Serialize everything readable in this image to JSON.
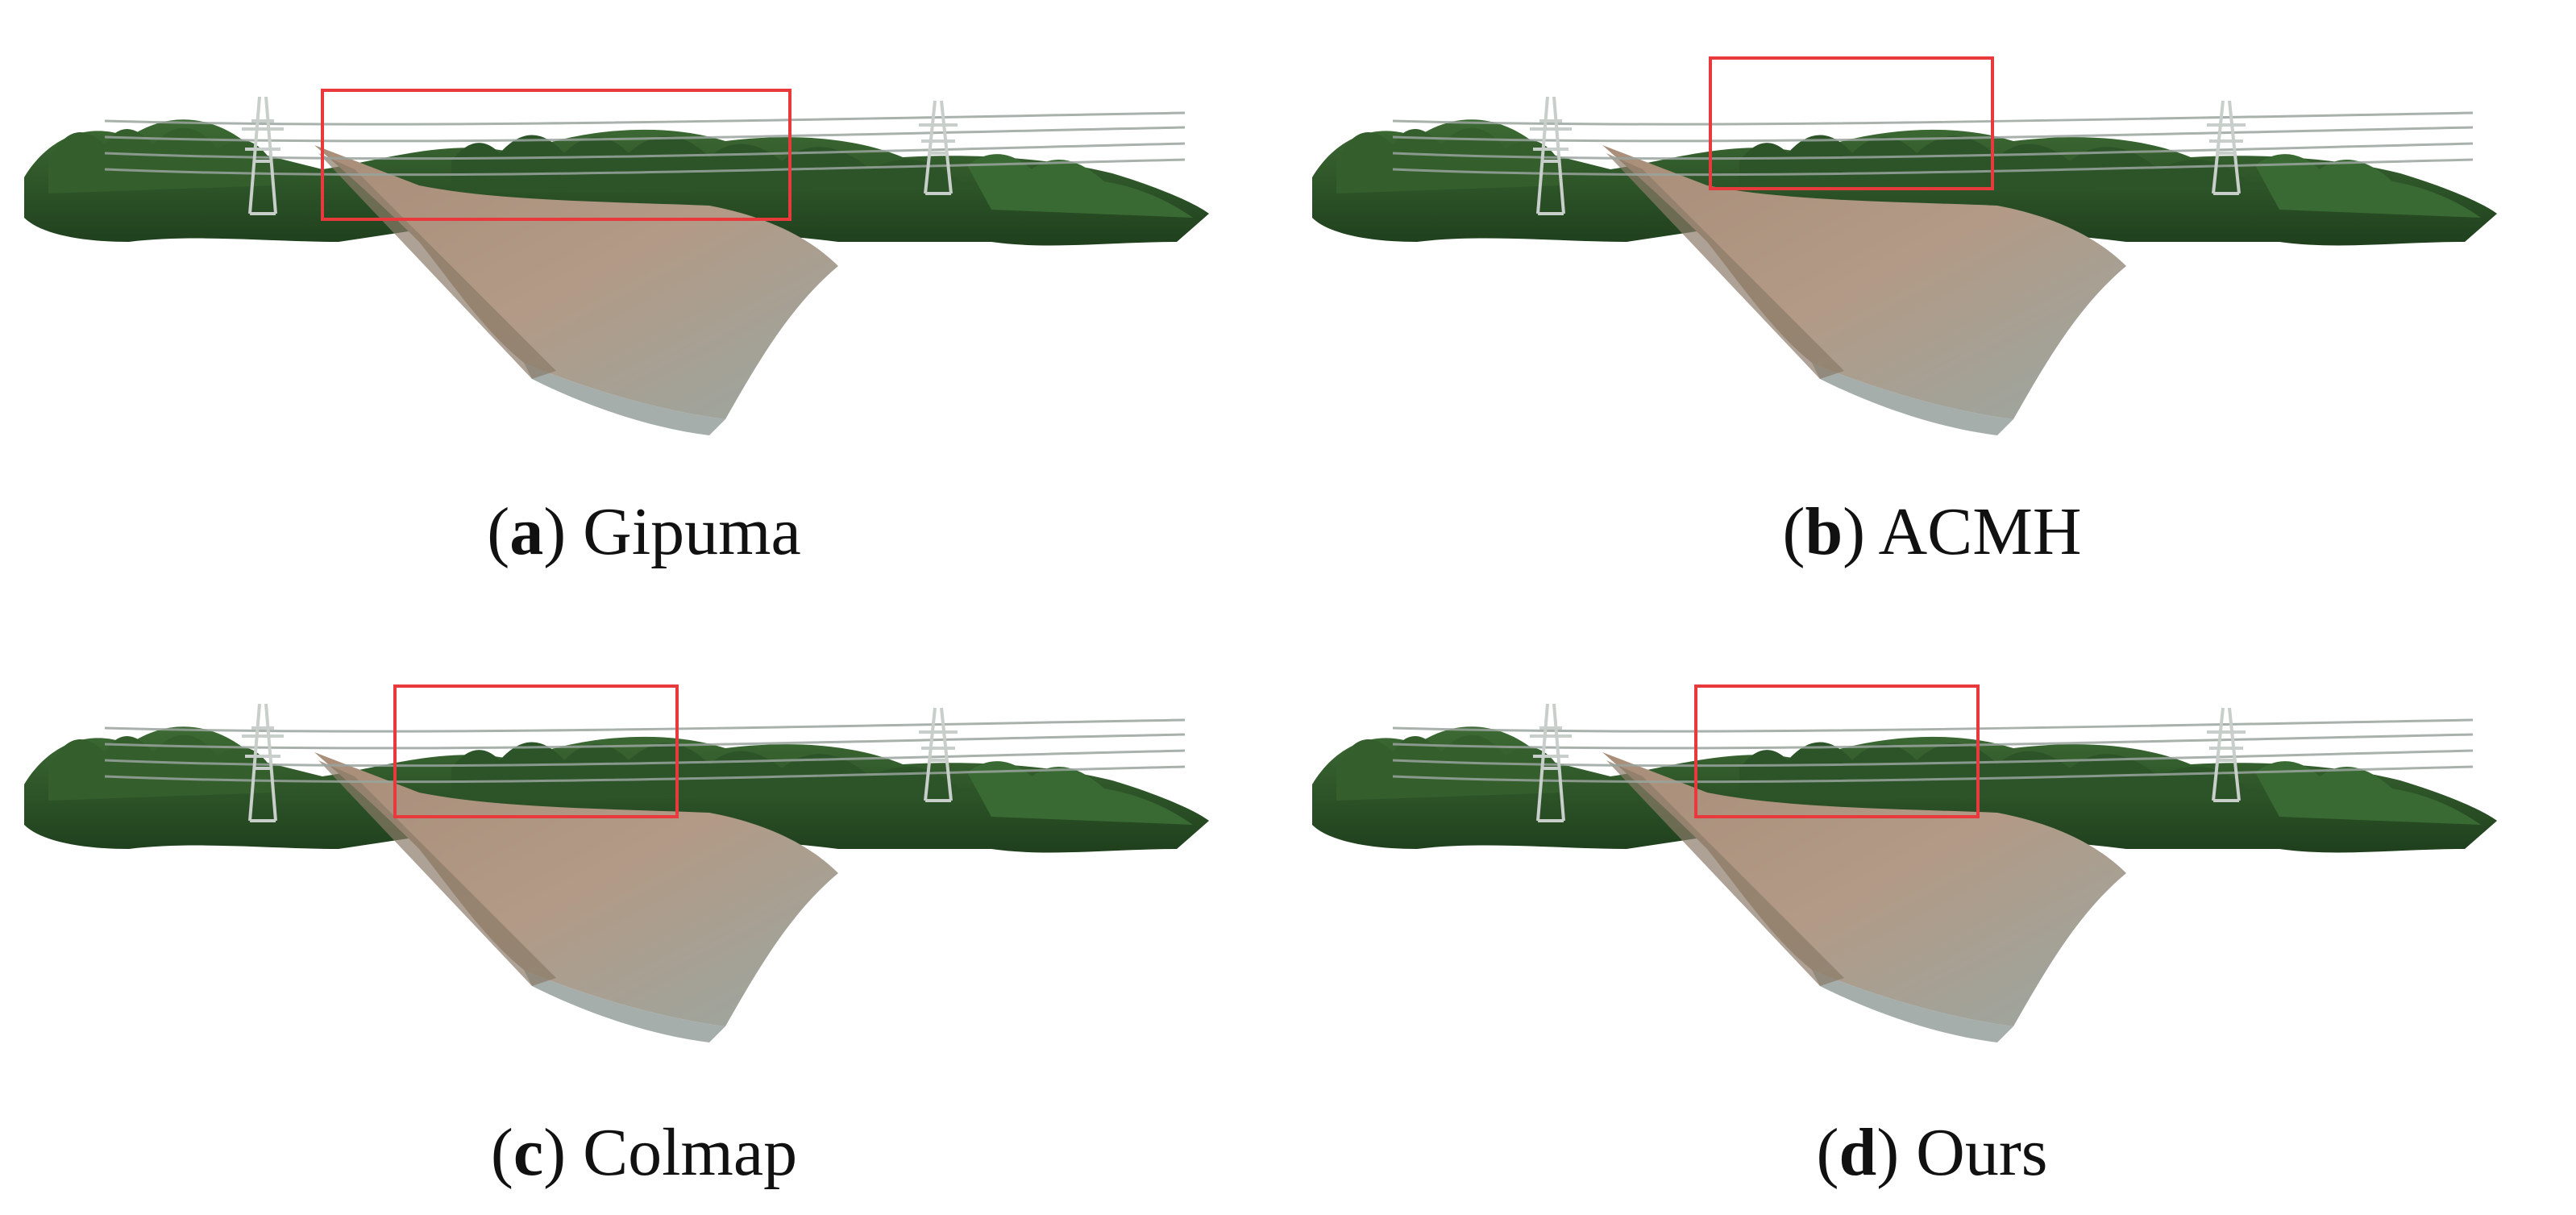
{
  "figure": {
    "panels": [
      {
        "letter": "a",
        "method": "Gipuma"
      },
      {
        "letter": "b",
        "method": "ACMH"
      },
      {
        "letter": "c",
        "method": "Colmap"
      },
      {
        "letter": "d",
        "method": "Ours"
      }
    ],
    "colors": {
      "highlight_box": "#e8393c",
      "vegetation": "#2f5a2a",
      "slope": "#a88f78",
      "tower": "#9aa49e"
    }
  }
}
